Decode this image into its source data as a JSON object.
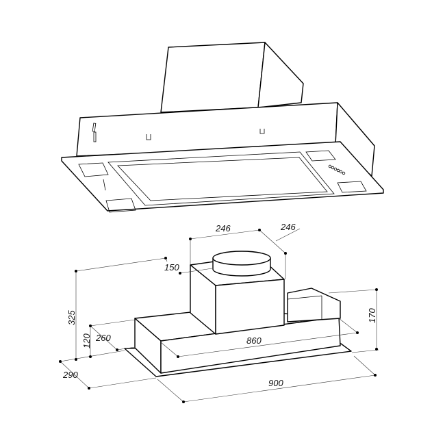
{
  "title": "Built-in cooker hood dimension drawing",
  "units": "mm",
  "dimensions": {
    "duct_width": "246",
    "duct_depth": "246",
    "duct_diameter": "150",
    "total_height": "325",
    "body_height": "120",
    "body_depth": "260",
    "frame_depth": "290",
    "body_width": "860",
    "frame_width": "900",
    "motor_height": "170"
  }
}
